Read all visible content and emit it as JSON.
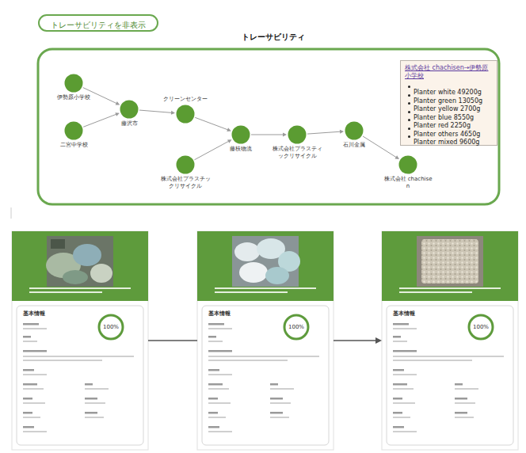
{
  "diagram": {
    "title": "トレーサビリティ",
    "nodes": [
      {
        "text": [
          "トレーサビリティを非表示"
        ]
      },
      {
        "text": [
          "伊勢原小学校"
        ]
      },
      {
        "text": [
          "二宮中学校"
        ]
      },
      {
        "text": [
          "藤沢市"
        ]
      },
      {
        "text": [
          "クリーンセンター"
        ]
      },
      {
        "text": [
          "株式会社プラスチックリサイクル"
        ]
      },
      {
        "text": [
          "藤枝物流"
        ]
      },
      {
        "text": [
          "株式会社プラスティックリサイクル"
        ]
      },
      {
        "text": [
          "石川金属"
        ]
      },
      {
        "text": [
          "株式会社 chachisen"
        ]
      },
      {
        "text": [
          "株式会社 chachisen→伊勢原小学校",
          "Planter white 49200g",
          "Planter green 13050g",
          "Planter yellow 2700g",
          "Planter blue 8550g",
          "Planter red 2250g",
          "Planter others 4650g",
          "Planter mixed 9600g"
        ]
      },
      {
        "text": [
          "基本情報"
        ]
      },
      {
        "text": [
          "100%"
        ],
        "in": 11
      },
      {
        "text": [
          "基本情報"
        ]
      },
      {
        "text": [
          "100%"
        ],
        "in": 13
      },
      {
        "text": [
          "基本情報"
        ]
      },
      {
        "text": [
          "100%"
        ],
        "in": 15
      }
    ],
    "edges": [
      {
        "from": 1,
        "to": 3,
        "arrow": "to"
      },
      {
        "from": 2,
        "to": 3,
        "arrow": "to"
      },
      {
        "from": 3,
        "to": 4,
        "arrow": "to"
      },
      {
        "from": 4,
        "to": 6,
        "arrow": "to"
      },
      {
        "from": 5,
        "to": 6,
        "arrow": "to"
      },
      {
        "from": 6,
        "to": 7,
        "arrow": "to"
      },
      {
        "from": 7,
        "to": 8,
        "arrow": "to"
      },
      {
        "from": 8,
        "to": 9,
        "arrow": "to"
      },
      {
        "from": 11,
        "to": 13,
        "arrow": "none"
      },
      {
        "from": 13,
        "to": 15,
        "arrow": "to"
      }
    ]
  }
}
